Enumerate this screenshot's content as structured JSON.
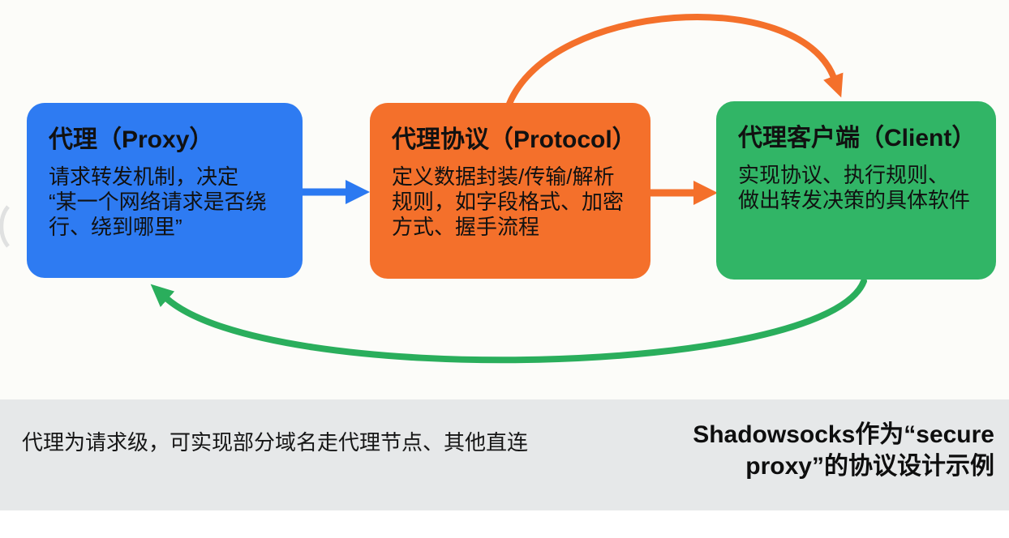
{
  "canvas": {
    "top_background": "#FCFCF9",
    "footer_background": "#E6E8E9",
    "text_color": "#111111"
  },
  "boxes": [
    {
      "id": "proxy",
      "title": "代理（Proxy）",
      "body_lines": [
        "请求转发机制，决定",
        "“某一个网络请求是否绕",
        "行、绕到哪里”"
      ],
      "color": "#2E7BF2"
    },
    {
      "id": "protocol",
      "title": "代理协议（Protocol）",
      "body_lines": [
        "定义数据封装/传输/解析",
        "规则，如字段格式、加密",
        "方式、握手流程"
      ],
      "color": "#F4702B"
    },
    {
      "id": "client",
      "title": "代理客户端（Client）",
      "body_lines": [
        "实现协议、执行规则、",
        "做出转发决策的具体软件"
      ],
      "color": "#31B566"
    }
  ],
  "arrows": [
    {
      "id": "proxy-to-protocol",
      "from": "proxy",
      "to": "protocol",
      "shape": "straight",
      "color": "#2B79F1"
    },
    {
      "id": "protocol-to-client",
      "from": "protocol",
      "to": "client",
      "shape": "straight",
      "color": "#F4702B"
    },
    {
      "id": "protocol-to-client-top-curve",
      "from": "protocol",
      "to": "client",
      "shape": "curved-over-top",
      "color": "#F4702B"
    },
    {
      "id": "client-to-proxy-bottom-curve",
      "from": "client",
      "to": "proxy",
      "shape": "curved-under-bottom",
      "color": "#2AAE5C"
    }
  ],
  "footer": {
    "left_note": "代理为请求级，可实现部分域名走代理节点、其他直连",
    "right_note_lines": [
      "Shadowsocks作为“secure",
      "proxy”的协议设计示例"
    ]
  }
}
